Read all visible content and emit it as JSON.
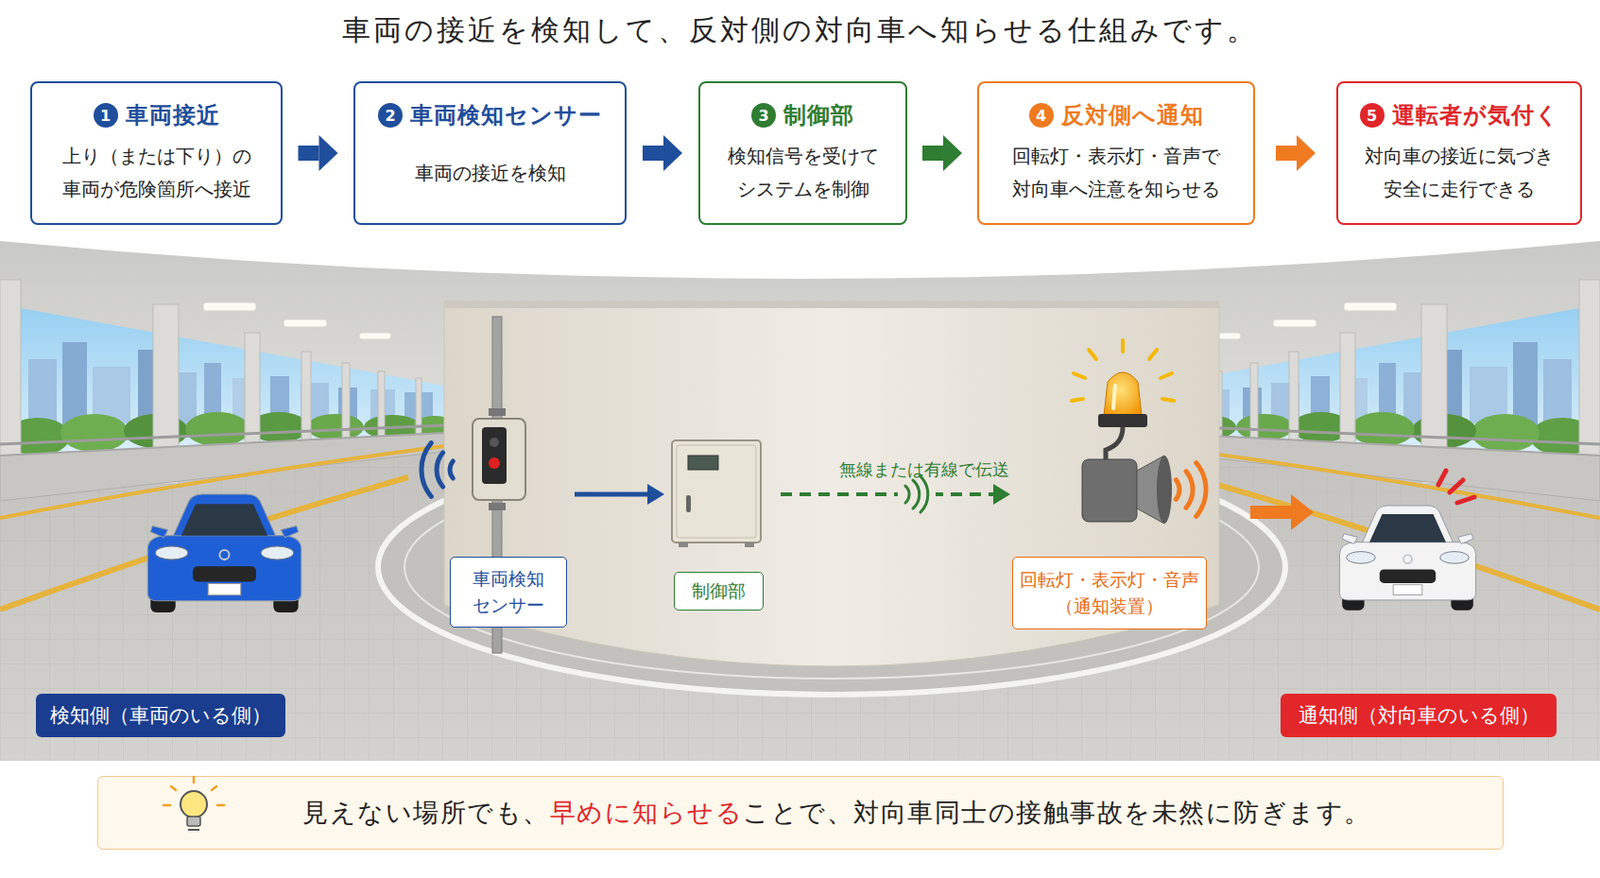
{
  "diagram": {
    "title": "車両の接近を検知して、反対側の対向車へ知らせる仕組みです。",
    "nodes": [
      {
        "text": [
          "1",
          "車両接近",
          "上り（または下り）の 車両が危険箇所へ接近"
        ]
      },
      {
        "text": [
          "2",
          "車両検知センサー",
          "車両の接近を検知"
        ]
      },
      {
        "text": [
          "3",
          "制御部",
          "検知信号を受けて システムを制御"
        ]
      },
      {
        "text": [
          "4",
          "反対側へ通知",
          "回転灯・表示灯・音声で 対向車へ注意を知らせる"
        ]
      },
      {
        "text": [
          "5",
          "運転者が気付く",
          "対向車の接近に気づき 安全に走行できる"
        ]
      },
      {
        "text": [
          "車両検知 センサー"
        ]
      },
      {
        "text": [
          "制御部"
        ]
      },
      {
        "text": [
          "回転灯・表示灯・音声 （通知装置）"
        ]
      },
      {
        "text": [
          "検知側（車両のいる側）"
        ]
      },
      {
        "text": [
          "通知側（対向車のいる側）"
        ]
      },
      {
        "text": [
          "見えない場所でも、",
          "早めに知らせる",
          "ことで、対向車同士の接触事故を未然に防ぎます。"
        ]
      }
    ],
    "edges": [
      {
        "from": 0,
        "to": 1,
        "arrow": "to"
      },
      {
        "from": 1,
        "to": 2,
        "arrow": "to"
      },
      {
        "from": 2,
        "to": 3,
        "arrow": "to"
      },
      {
        "from": 3,
        "to": 4,
        "arrow": "to"
      },
      {
        "from": 5,
        "to": 6,
        "arrow": "to"
      },
      {
        "from": 6,
        "to": 7,
        "label": "無線または有線で伝送",
        "arrow": "to"
      }
    ]
  }
}
